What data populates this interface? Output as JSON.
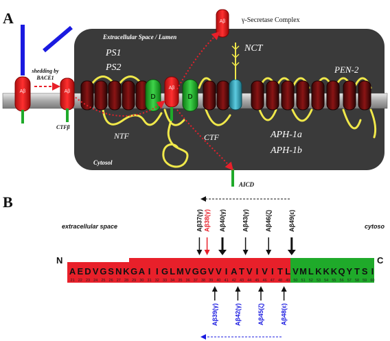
{
  "panel_a": {
    "label": "A",
    "gamma_label": "γ-Secretase Complex",
    "extracellular_label": "Extracellular Space / Lumen",
    "ps1": "PS1",
    "ps2": "PS2",
    "nct": "NCT",
    "pen2": "PEN-2",
    "ntf": "NTF",
    "ctf": "CTF",
    "aph1a": "APH-1a",
    "aph1b": "APH-1b",
    "cytosol": "Cytosol",
    "shedding_1": "shedding by",
    "shedding_2": "BACE1",
    "ctfbeta": "CTFβ",
    "aicd": "AICD",
    "ab_tag": "Aβ",
    "d1": "D",
    "d2": "D"
  },
  "panel_b": {
    "label": "B",
    "extracellular": "extracellular space",
    "cytosol": "cytoso",
    "n_term": "N",
    "c_term": "C",
    "top_cleavages": [
      "Aβ37(γ)",
      "Aβ38(γ)",
      "Aβ40(γ)",
      "Aβ43(γ)",
      "Aβ46(ζ)",
      "Aβ49(ε)"
    ],
    "bottom_cleavages": [
      "Aβ39(γ)",
      "Aβ42(γ)",
      "Aβ45(ζ)",
      "Aβ48(ε)"
    ],
    "sequence": [
      "A",
      "E",
      "D",
      "V",
      "G",
      "S",
      "N",
      "K",
      "G",
      "A",
      "I",
      "I",
      "G",
      "L",
      "M",
      "V",
      "G",
      "G",
      "V",
      "V",
      "I",
      "A",
      "T",
      "V",
      "I",
      "V",
      "I",
      "T",
      "L",
      "V",
      "M",
      "L",
      "K",
      "K",
      "K",
      "Q",
      "Y",
      "T",
      "S",
      "I"
    ],
    "positions": [
      "21",
      "22",
      "23",
      "24",
      "25",
      "26",
      "27",
      "28",
      "29",
      "30",
      "31",
      "32",
      "33",
      "34",
      "35",
      "36",
      "37",
      "38",
      "39",
      "40",
      "41",
      "42",
      "43",
      "44",
      "45",
      "46",
      "47",
      "48",
      "49",
      "50",
      "51",
      "52",
      "53",
      "54",
      "55",
      "56",
      "57",
      "58",
      "59",
      "60"
    ]
  },
  "colors": {
    "red": "#e8202a",
    "green": "#1faa2a",
    "dark_box": "#3a3a3a",
    "yellow": "#f0e84a",
    "blue": "#1a1ae0",
    "teal": "#2aa7bf"
  }
}
